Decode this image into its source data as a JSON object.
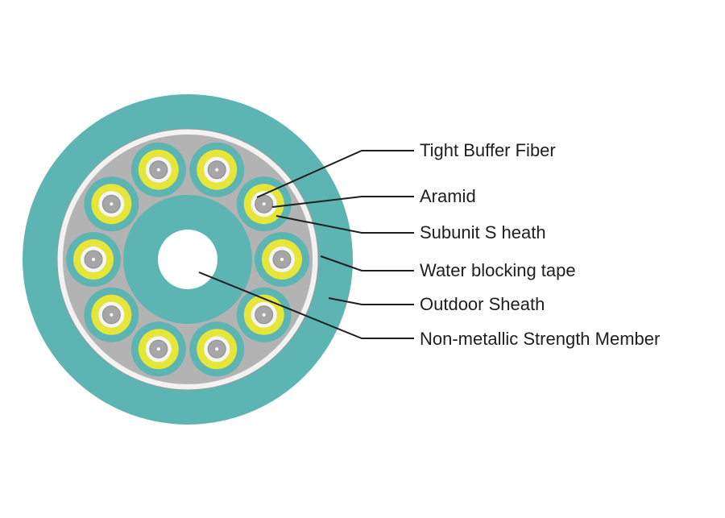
{
  "colors": {
    "outdoor_sheath": "#5cb5b3",
    "water_blocking_tape": "#f2f2f2",
    "filler": "#b3b3b3",
    "subunit_sheath": "#5cb5b3",
    "aramid": "#e6e63a",
    "tight_buffer": "#f5f5f5",
    "fiber": "#a6a6a6",
    "strength_member": "#ffffff",
    "leader_line": "#1e1e1e",
    "text": "#1e1e1e"
  },
  "labels": {
    "tight_buffer_fiber": "Tight Buffer Fiber",
    "aramid": "Aramid",
    "subunit_sheath": "Subunit S heath",
    "water_blocking_tape": "Water blocking tape",
    "outdoor_sheath": "Outdoor Sheath",
    "strength_member": "Non-metallic Strength Member"
  },
  "subunit_count": 10
}
